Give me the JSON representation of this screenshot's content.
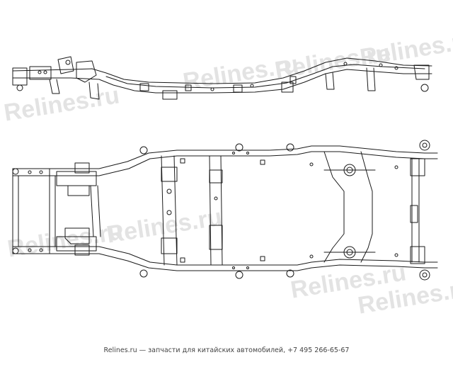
{
  "watermark": {
    "text": "Relines.ru",
    "color": "#e3e3e3"
  },
  "footer": {
    "text": "Relines.ru — запчасти для китайских автомобилей, +7 495 266-65-67"
  },
  "diagram": {
    "subject": "vehicle-frame-assembly",
    "views": [
      "side-view",
      "top-view"
    ],
    "line_color": "#1a1a1a"
  }
}
